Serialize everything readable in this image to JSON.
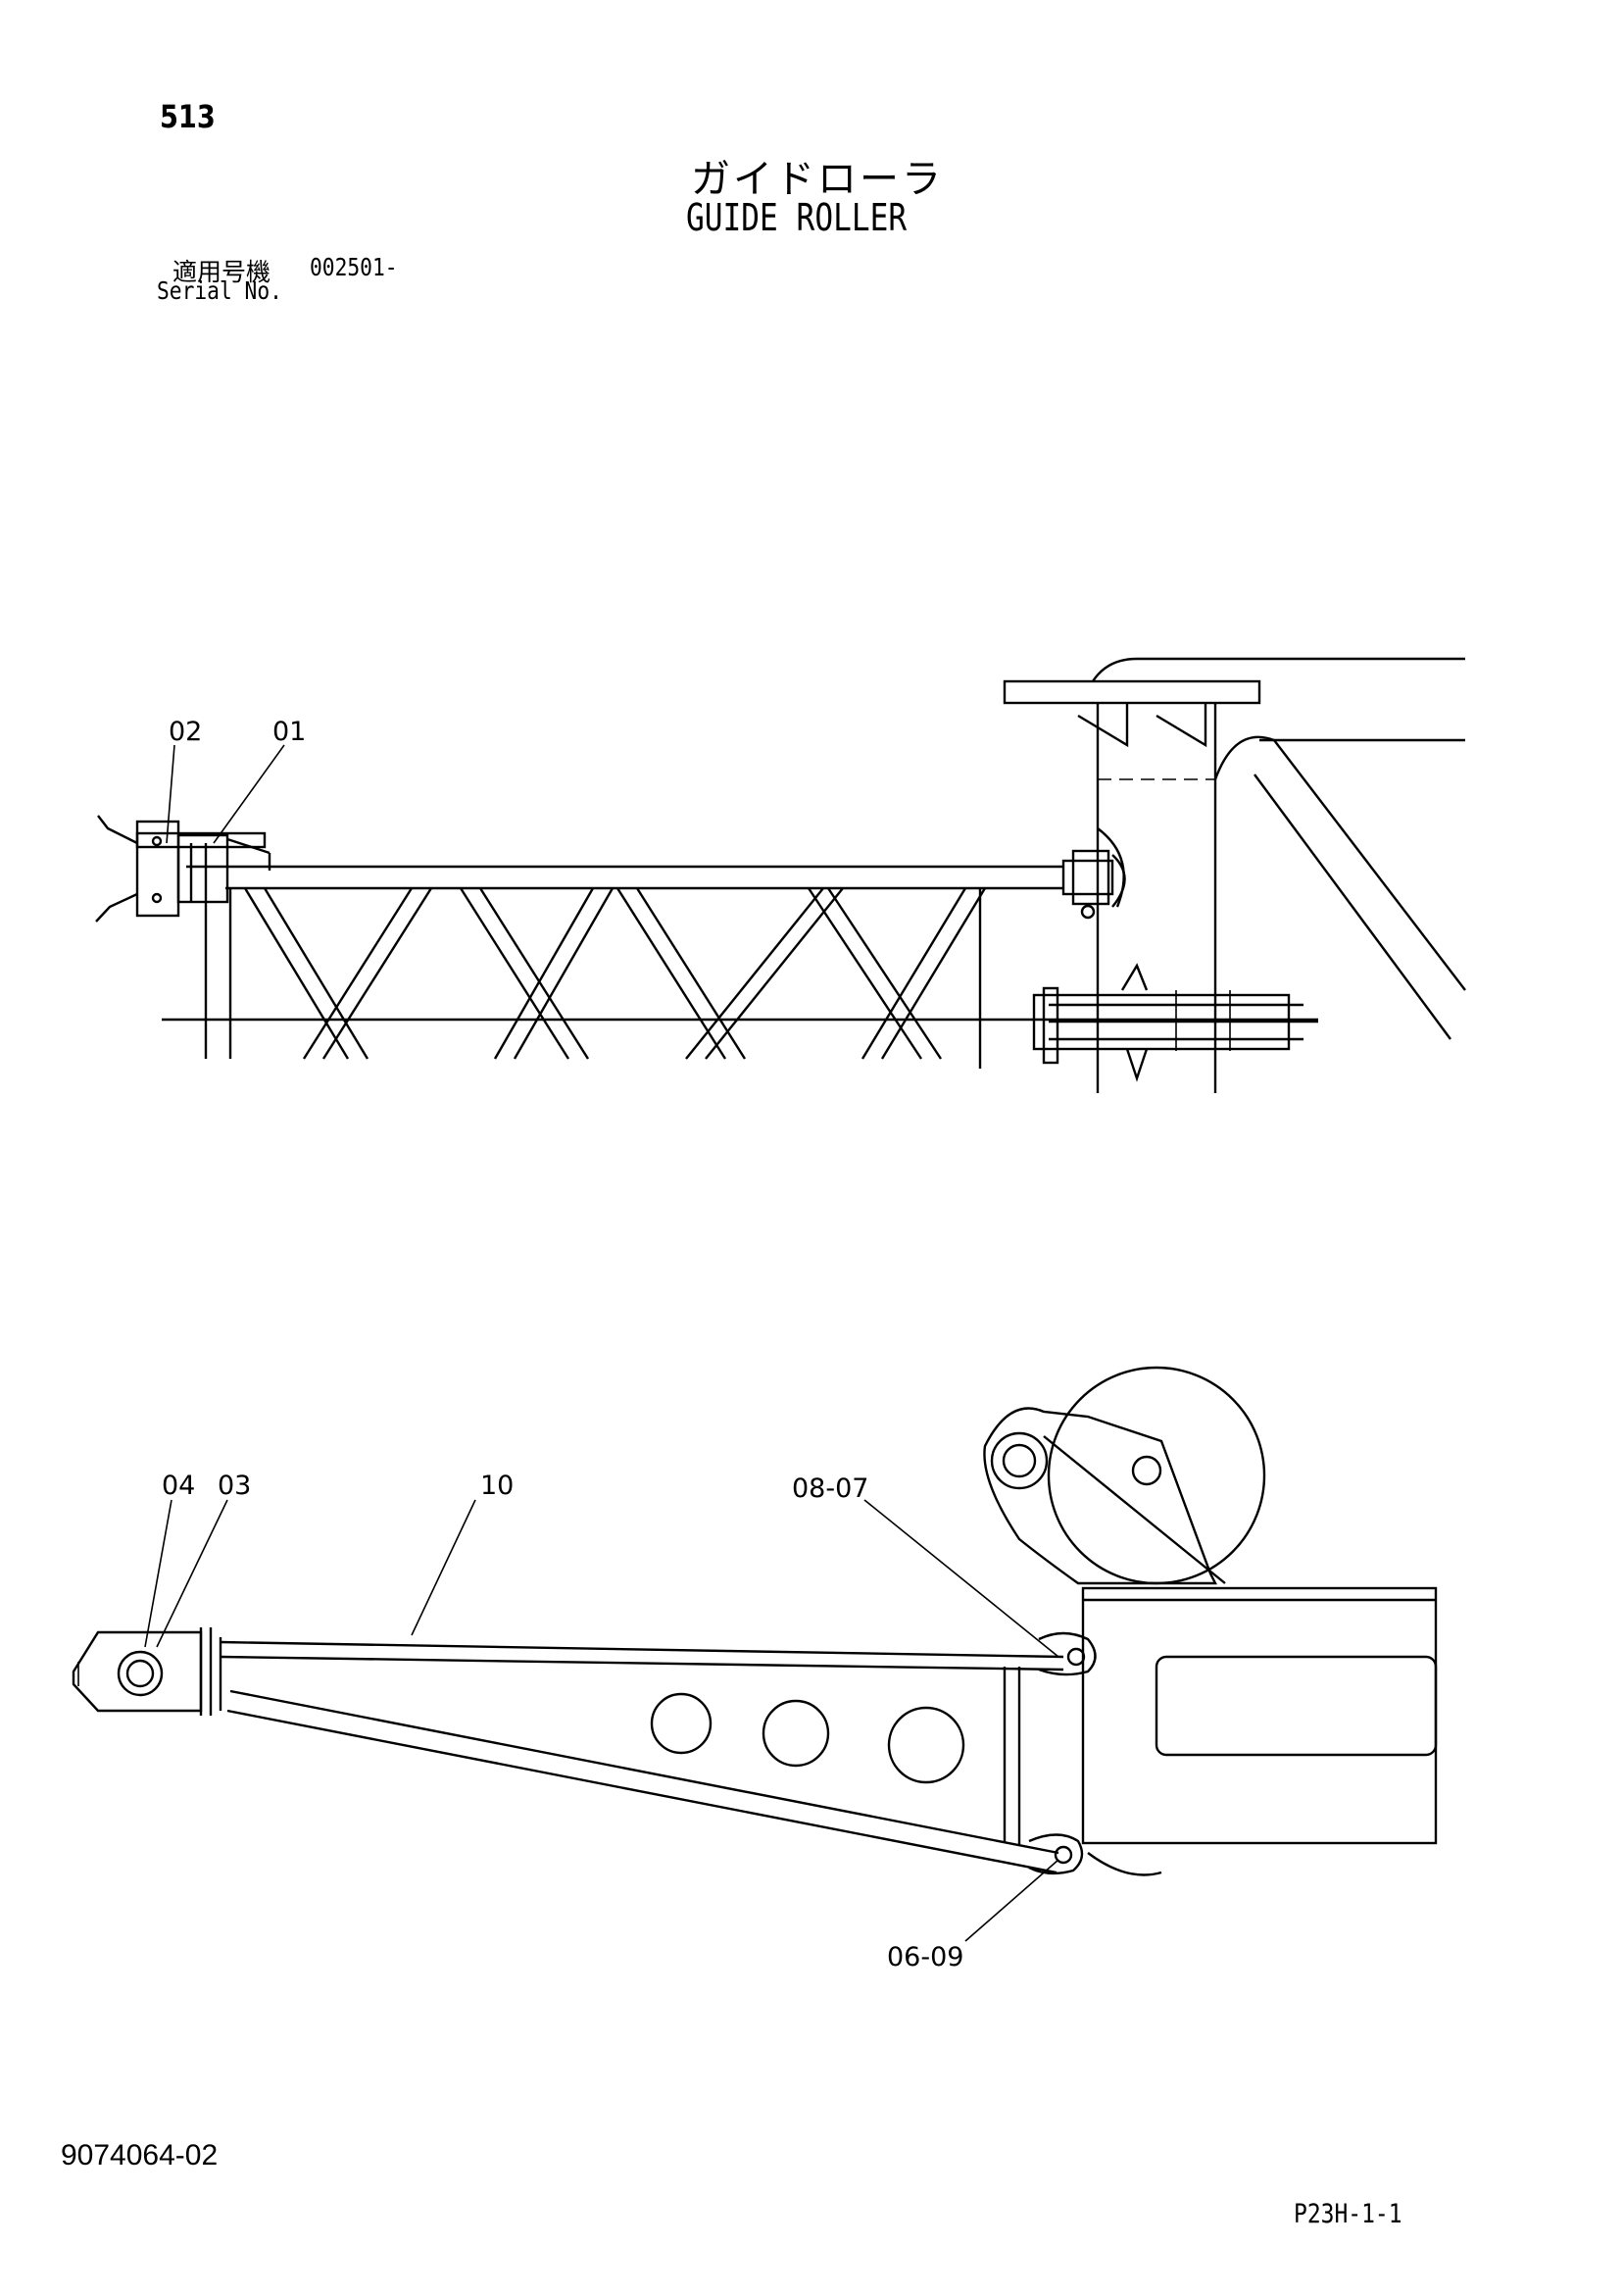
{
  "header": {
    "page_number": "513",
    "title_jp": "ガイドローラ",
    "title_en": "GUIDE ROLLER",
    "serial_label_jp": "適用号機",
    "serial_value": "002501-",
    "serial_label_en": "Serial No."
  },
  "upper_view": {
    "callouts": [
      "02",
      "01"
    ]
  },
  "lower_view": {
    "callouts": [
      "04",
      "03",
      "10",
      "08-07",
      "06-09"
    ]
  },
  "footer": {
    "doc_number": "9074064-02",
    "sheet_code": "P23H-1-1"
  }
}
